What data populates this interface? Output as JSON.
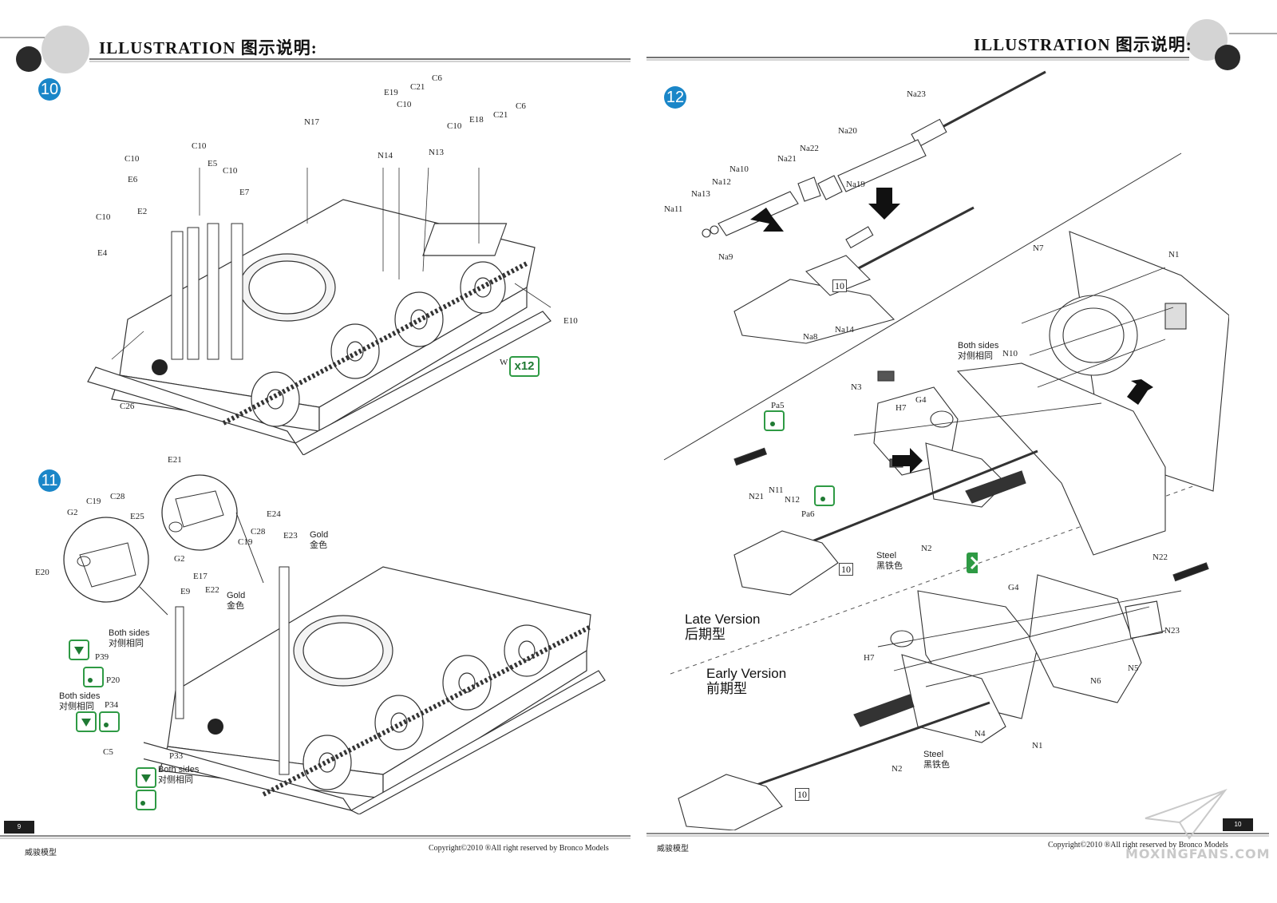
{
  "left_page": {
    "header": {
      "title": "ILLUSTRATION 图示说明:"
    },
    "steps": [
      {
        "number": "10",
        "parts": [
          "E19",
          "C21",
          "C6",
          "C10",
          "N17",
          "C10",
          "E18",
          "C21",
          "C6",
          "C10",
          "E5",
          "C10",
          "N14",
          "N13",
          "C10",
          "E6",
          "E7",
          "C10",
          "E2",
          "E4",
          "E10",
          "C26"
        ],
        "quantity": "x12",
        "quantity_part": "W"
      },
      {
        "number": "11",
        "parts": [
          "E21",
          "G2",
          "C19",
          "C28",
          "E25",
          "E24",
          "C28",
          "C19",
          "G2",
          "E20",
          "E23",
          "E17",
          "E9",
          "E22",
          "P39",
          "P20",
          "P34",
          "C5",
          "P33"
        ],
        "gold_notes": [
          {
            "en": "Gold",
            "zh": "金色"
          },
          {
            "en": "Gold",
            "zh": "金色"
          }
        ],
        "both_sides": [
          {
            "en": "Both sides",
            "zh": "对侧相同"
          },
          {
            "en": "Both sides",
            "zh": "对侧相同"
          },
          {
            "en": "Both sides",
            "zh": "对侧相同"
          }
        ]
      }
    ],
    "footer": {
      "page_number": "9",
      "brand": "威骏模型",
      "copyright": "Copyright©2010  ®All right reserved by Bronco Models"
    }
  },
  "right_page": {
    "header": {
      "title": "ILLUSTRATION 图示说明:"
    },
    "step": {
      "number": "12",
      "parts_top": [
        "Na23",
        "Na20",
        "Na22",
        "Na21",
        "Na19",
        "Na10",
        "Na12",
        "Na13",
        "Na11",
        "Na9",
        "Na8",
        "Na14"
      ],
      "ref_number": "10",
      "late_parts": [
        "N7",
        "N1",
        "N10",
        "N3",
        "G4",
        "H7",
        "Pa5",
        "N21",
        "N11",
        "N12",
        "Pa6",
        "N2"
      ],
      "early_parts": [
        "N22",
        "G4",
        "N23",
        "H7",
        "N5",
        "N6",
        "N4",
        "N1",
        "N2"
      ],
      "both_sides": {
        "en": "Both sides",
        "zh": "对侧相同"
      },
      "steel_notes": [
        {
          "en": "Steel",
          "zh": "黑铁色"
        },
        {
          "en": "Steel",
          "zh": "黑铁色"
        }
      ],
      "late_version": {
        "en": "Late Version",
        "zh": "后期型"
      },
      "early_version": {
        "en": "Early Version",
        "zh": "前期型"
      },
      "ref_late": "10",
      "ref_early": "10"
    },
    "footer": {
      "page_number": "10",
      "brand": "威骏模型",
      "copyright": "Copyright©2010  ®All right reserved by Bronco Models"
    },
    "watermark": "MOXINGFANS.COM"
  }
}
